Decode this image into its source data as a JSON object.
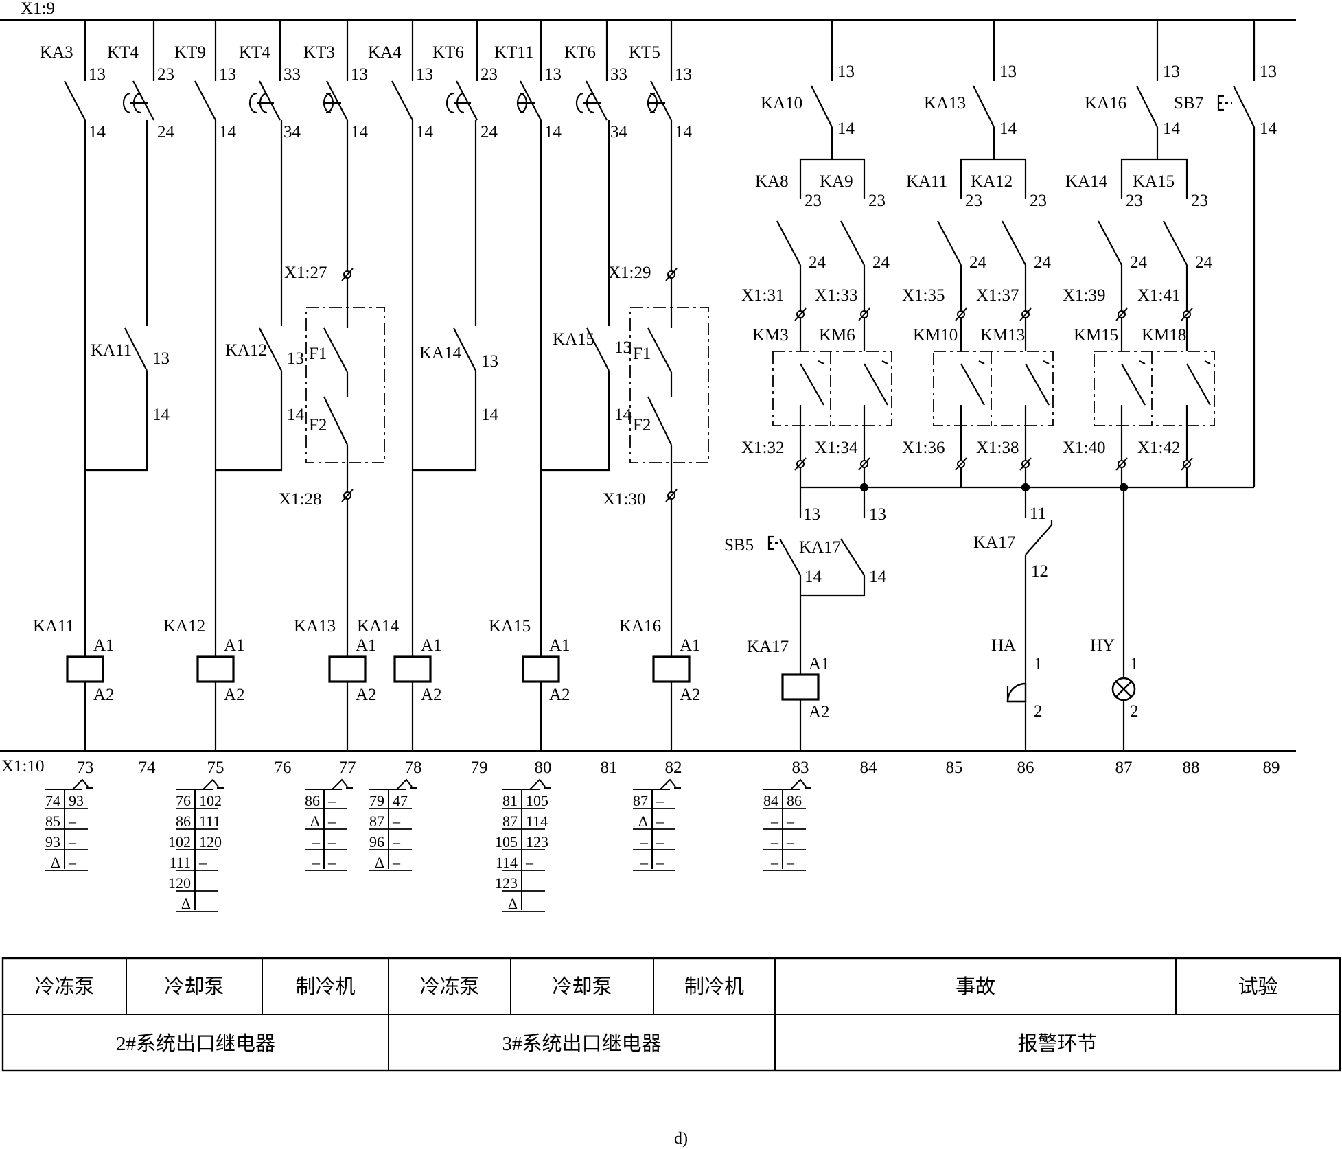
{
  "bus_top": "X1:9",
  "bus_bottom": "X1:10",
  "caption": "d)",
  "terminals": [
    "73",
    "74",
    "75",
    "76",
    "77",
    "78",
    "79",
    "80",
    "81",
    "82",
    "83",
    "84",
    "85",
    "86",
    "87",
    "88",
    "89"
  ],
  "top_contacts": [
    {
      "name": "KA3",
      "top": "13",
      "bottom": "14"
    },
    {
      "name": "KT4",
      "top": "23",
      "bottom": "24"
    },
    {
      "name": "KT9",
      "top": "13",
      "bottom": "14"
    },
    {
      "name": "KT4",
      "top": "33",
      "bottom": "34"
    },
    {
      "name": "KT3",
      "top": "13",
      "bottom": "14"
    },
    {
      "name": "KA4",
      "top": "13",
      "bottom": "14"
    },
    {
      "name": "KT6",
      "top": "23",
      "bottom": "24"
    },
    {
      "name": "KT11",
      "top": "13",
      "bottom": "14"
    },
    {
      "name": "KT6",
      "top": "33",
      "bottom": "34"
    },
    {
      "name": "KT5",
      "top": "13",
      "bottom": "14"
    }
  ],
  "self_hold_contacts": [
    {
      "name": "KA11",
      "top": "13",
      "bottom": "14"
    },
    {
      "name": "KA12",
      "top": "13",
      "bottom": "14"
    },
    {
      "name": "KA14",
      "top": "13",
      "bottom": "14"
    },
    {
      "name": "KA15",
      "top": "13",
      "bottom": "14"
    }
  ],
  "float_switches": {
    "f1": "F1",
    "f2": "F2"
  },
  "x1_terminals_left": [
    "X1:27",
    "X1:28",
    "X1:29",
    "X1:30"
  ],
  "coils": [
    {
      "name": "KA11",
      "a1": "A1",
      "a2": "A2"
    },
    {
      "name": "KA12",
      "a1": "A1",
      "a2": "A2"
    },
    {
      "name": "KA13",
      "a1": "A1",
      "a2": "A2"
    },
    {
      "name": "KA14",
      "a1": "A1",
      "a2": "A2"
    },
    {
      "name": "KA15",
      "a1": "A1",
      "a2": "A2"
    },
    {
      "name": "KA16",
      "a1": "A1",
      "a2": "A2"
    },
    {
      "name": "KA17",
      "a1": "A1",
      "a2": "A2"
    }
  ],
  "alarm_section": {
    "top_contacts": [
      {
        "name": "KA10",
        "top": "13",
        "bottom": "14"
      },
      {
        "name": "KA13",
        "top": "13",
        "bottom": "14"
      },
      {
        "name": "KA16",
        "top": "13",
        "bottom": "14"
      },
      {
        "name": "SB7",
        "top": "13",
        "bottom": "14"
      }
    ],
    "pair_contacts": [
      {
        "name": "KA8",
        "top": "23",
        "bottom": "24"
      },
      {
        "name": "KA9",
        "top": "23",
        "bottom": "24"
      },
      {
        "name": "KA11",
        "top": "23",
        "bottom": "24"
      },
      {
        "name": "KA12",
        "top": "23",
        "bottom": "24"
      },
      {
        "name": "KA14",
        "top": "23",
        "bottom": "24"
      },
      {
        "name": "KA15",
        "top": "23",
        "bottom": "24"
      }
    ],
    "x1_upper": [
      "X1:31",
      "X1:33",
      "X1:35",
      "X1:37",
      "X1:39",
      "X1:41"
    ],
    "km": [
      "KM3",
      "KM6",
      "KM10",
      "KM13",
      "KM15",
      "KM18"
    ],
    "x1_lower": [
      "X1:32",
      "X1:34",
      "X1:36",
      "X1:38",
      "X1:40",
      "X1:42"
    ],
    "sb5": "SB5",
    "ka17_contact": {
      "name": "KA17",
      "top": "13",
      "bottom": "14",
      "top2": "13",
      "bottom2": "14"
    },
    "ka17_nc": {
      "name": "KA17",
      "top": "11",
      "bottom": "12"
    },
    "horn": {
      "name": "HA",
      "p1": "1",
      "p2": "2"
    },
    "lamp": {
      "name": "HY",
      "p1": "1",
      "p2": "2"
    }
  },
  "xref_tables": [
    {
      "rows": [
        [
          "74",
          "93"
        ],
        [
          "85",
          "–"
        ],
        [
          "93",
          "–"
        ],
        [
          "Δ",
          "–"
        ]
      ]
    },
    {
      "rows": [
        [
          "76",
          "102"
        ],
        [
          "86",
          "111"
        ],
        [
          "102",
          "120"
        ],
        [
          "111",
          "–"
        ],
        [
          "120",
          ""
        ],
        [
          "Δ",
          ""
        ]
      ]
    },
    {
      "rows": [
        [
          "86",
          "–"
        ],
        [
          "Δ",
          "–"
        ],
        [
          "–",
          "–"
        ],
        [
          "–",
          "–"
        ]
      ]
    },
    {
      "rows": [
        [
          "79",
          "47"
        ],
        [
          "87",
          "–"
        ],
        [
          "96",
          "–"
        ],
        [
          "Δ",
          "–"
        ]
      ]
    },
    {
      "rows": [
        [
          "81",
          "105"
        ],
        [
          "87",
          "114"
        ],
        [
          "105",
          "123"
        ],
        [
          "114",
          "–"
        ],
        [
          "123",
          ""
        ],
        [
          "Δ",
          ""
        ]
      ]
    },
    {
      "rows": [
        [
          "87",
          "–"
        ],
        [
          "Δ",
          "–"
        ],
        [
          "–",
          "–"
        ],
        [
          "–",
          "–"
        ]
      ]
    },
    {
      "rows": [
        [
          "84",
          "86"
        ],
        [
          "–",
          "–"
        ],
        [
          "–",
          "–"
        ],
        [
          "–",
          "–"
        ]
      ]
    }
  ],
  "bottom_table": {
    "top_row": [
      "冷冻泵",
      "冷却泵",
      "制冷机",
      "冷冻泵",
      "冷却泵",
      "制冷机",
      "事故",
      "试验"
    ],
    "bottom_row": [
      "2#系统出口继电器",
      "3#系统出口继电器",
      "报警环节"
    ]
  }
}
